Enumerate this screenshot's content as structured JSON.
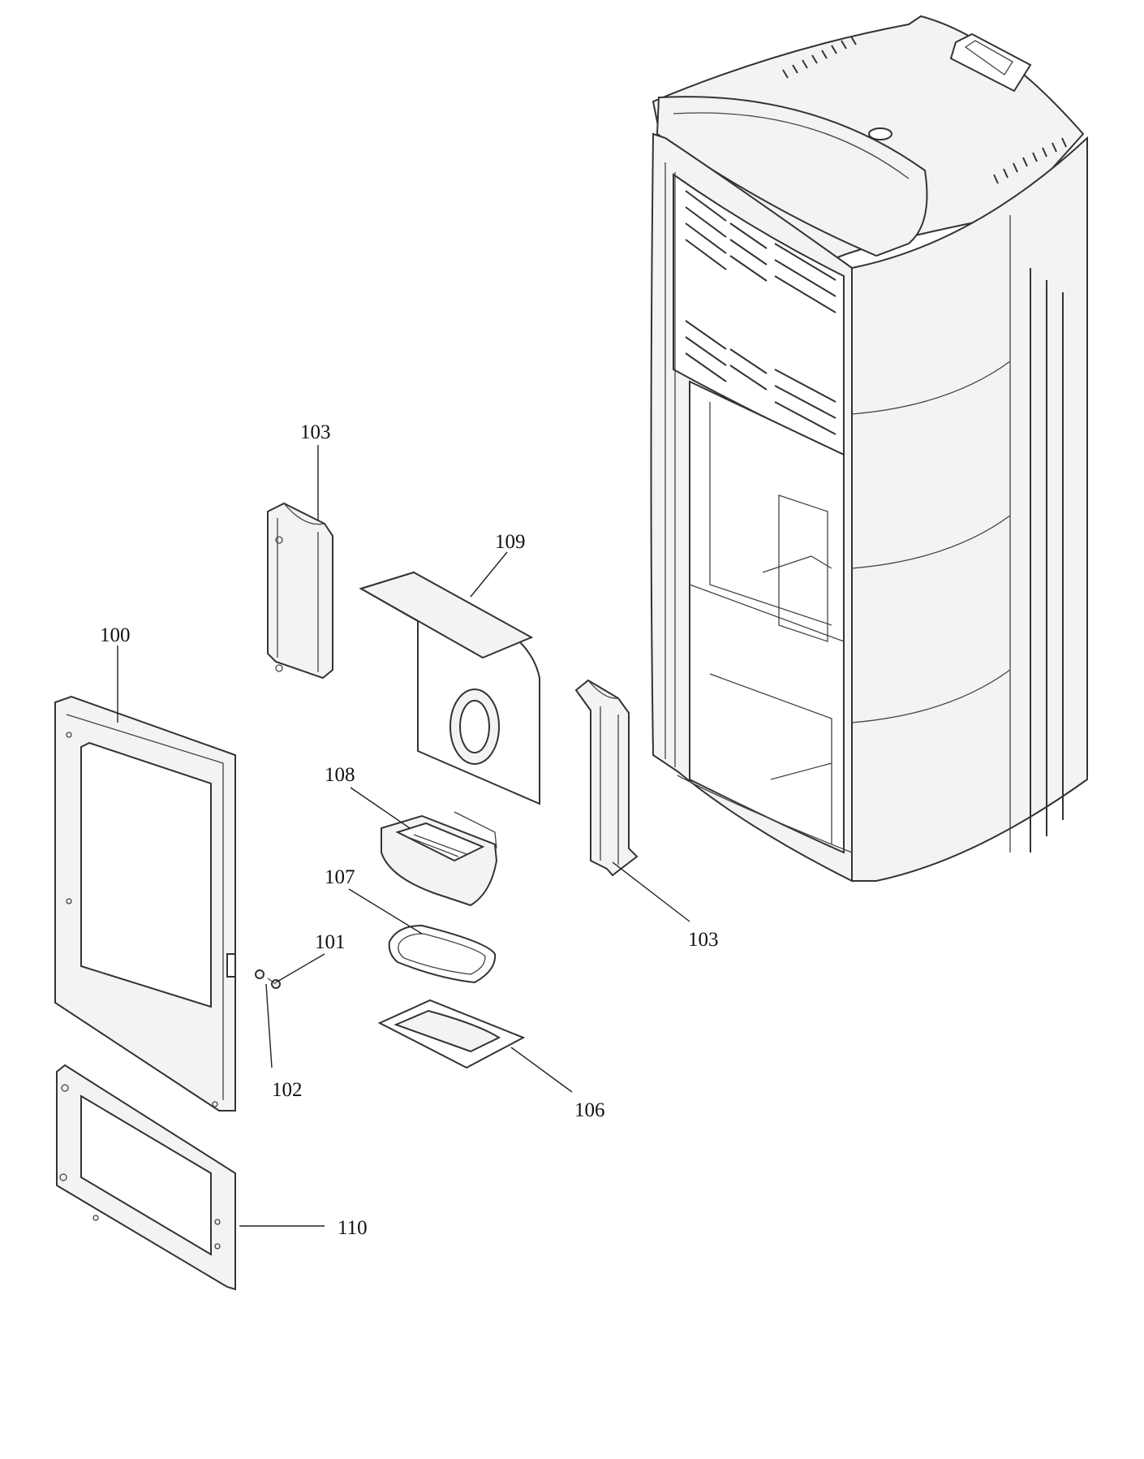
{
  "labels": {
    "p100": "100",
    "p101": "101",
    "p102": "102",
    "p103_top": "103",
    "p103_right": "103",
    "p106": "106",
    "p107": "107",
    "p108": "108",
    "p109": "109",
    "p110": "110"
  }
}
